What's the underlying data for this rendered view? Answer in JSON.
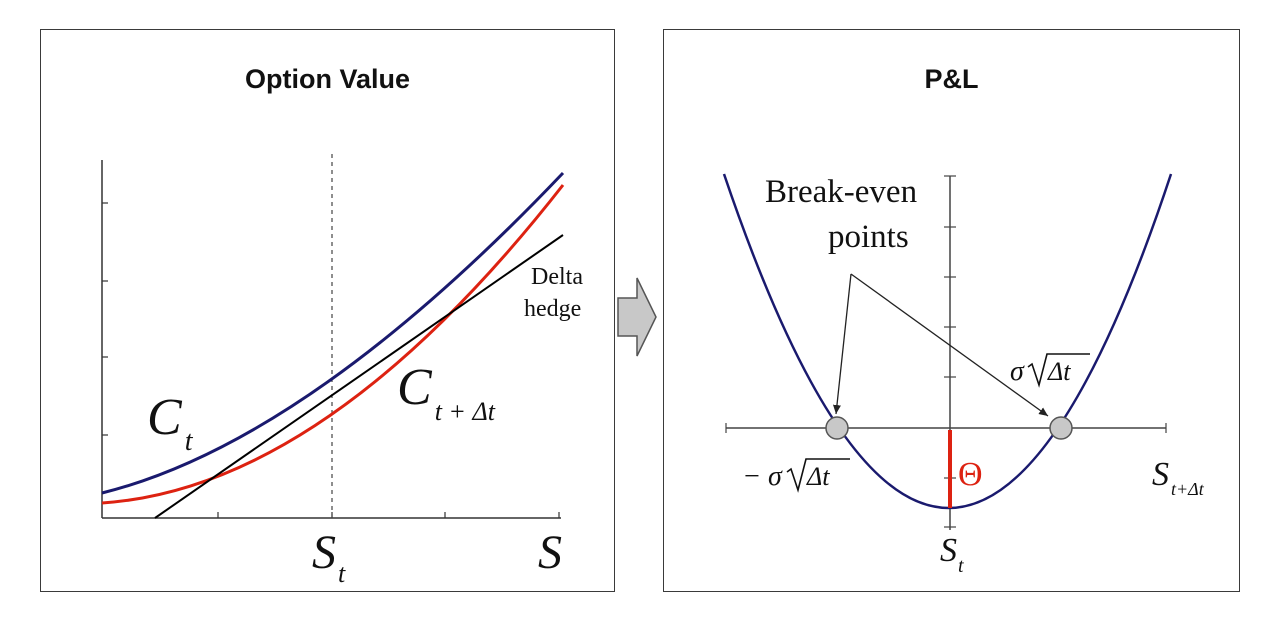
{
  "left_panel": {
    "title": "Option Value",
    "curve_label_ct": {
      "main": "C",
      "sub": "t"
    },
    "curve_label_ctdt": {
      "main": "C",
      "sub": "t + Δt"
    },
    "delta_hedge_label": [
      "Delta",
      "hedge"
    ],
    "x_tick_st": {
      "main": "S",
      "sub": "t"
    },
    "x_axis_label": "S"
  },
  "right_panel": {
    "title": "P&L",
    "annotation": [
      "Break-even",
      "points"
    ],
    "right_point_label": {
      "sigma": "σ",
      "arg": "Δt"
    },
    "left_point_label": {
      "sign": "−",
      "sigma": "σ",
      "arg": "Δt"
    },
    "theta_label": "Θ",
    "x_axis_label": {
      "main": "S",
      "sub": "t+Δt"
    },
    "x_tick_st": {
      "main": "S",
      "sub": "t"
    }
  },
  "colors": {
    "navy_curve": "#1a1a6e",
    "red_curve": "#dd2211",
    "hedge_line": "#000000",
    "break_even_point": "#c8c8c8",
    "arrow_fill": "#c8c8c8"
  }
}
